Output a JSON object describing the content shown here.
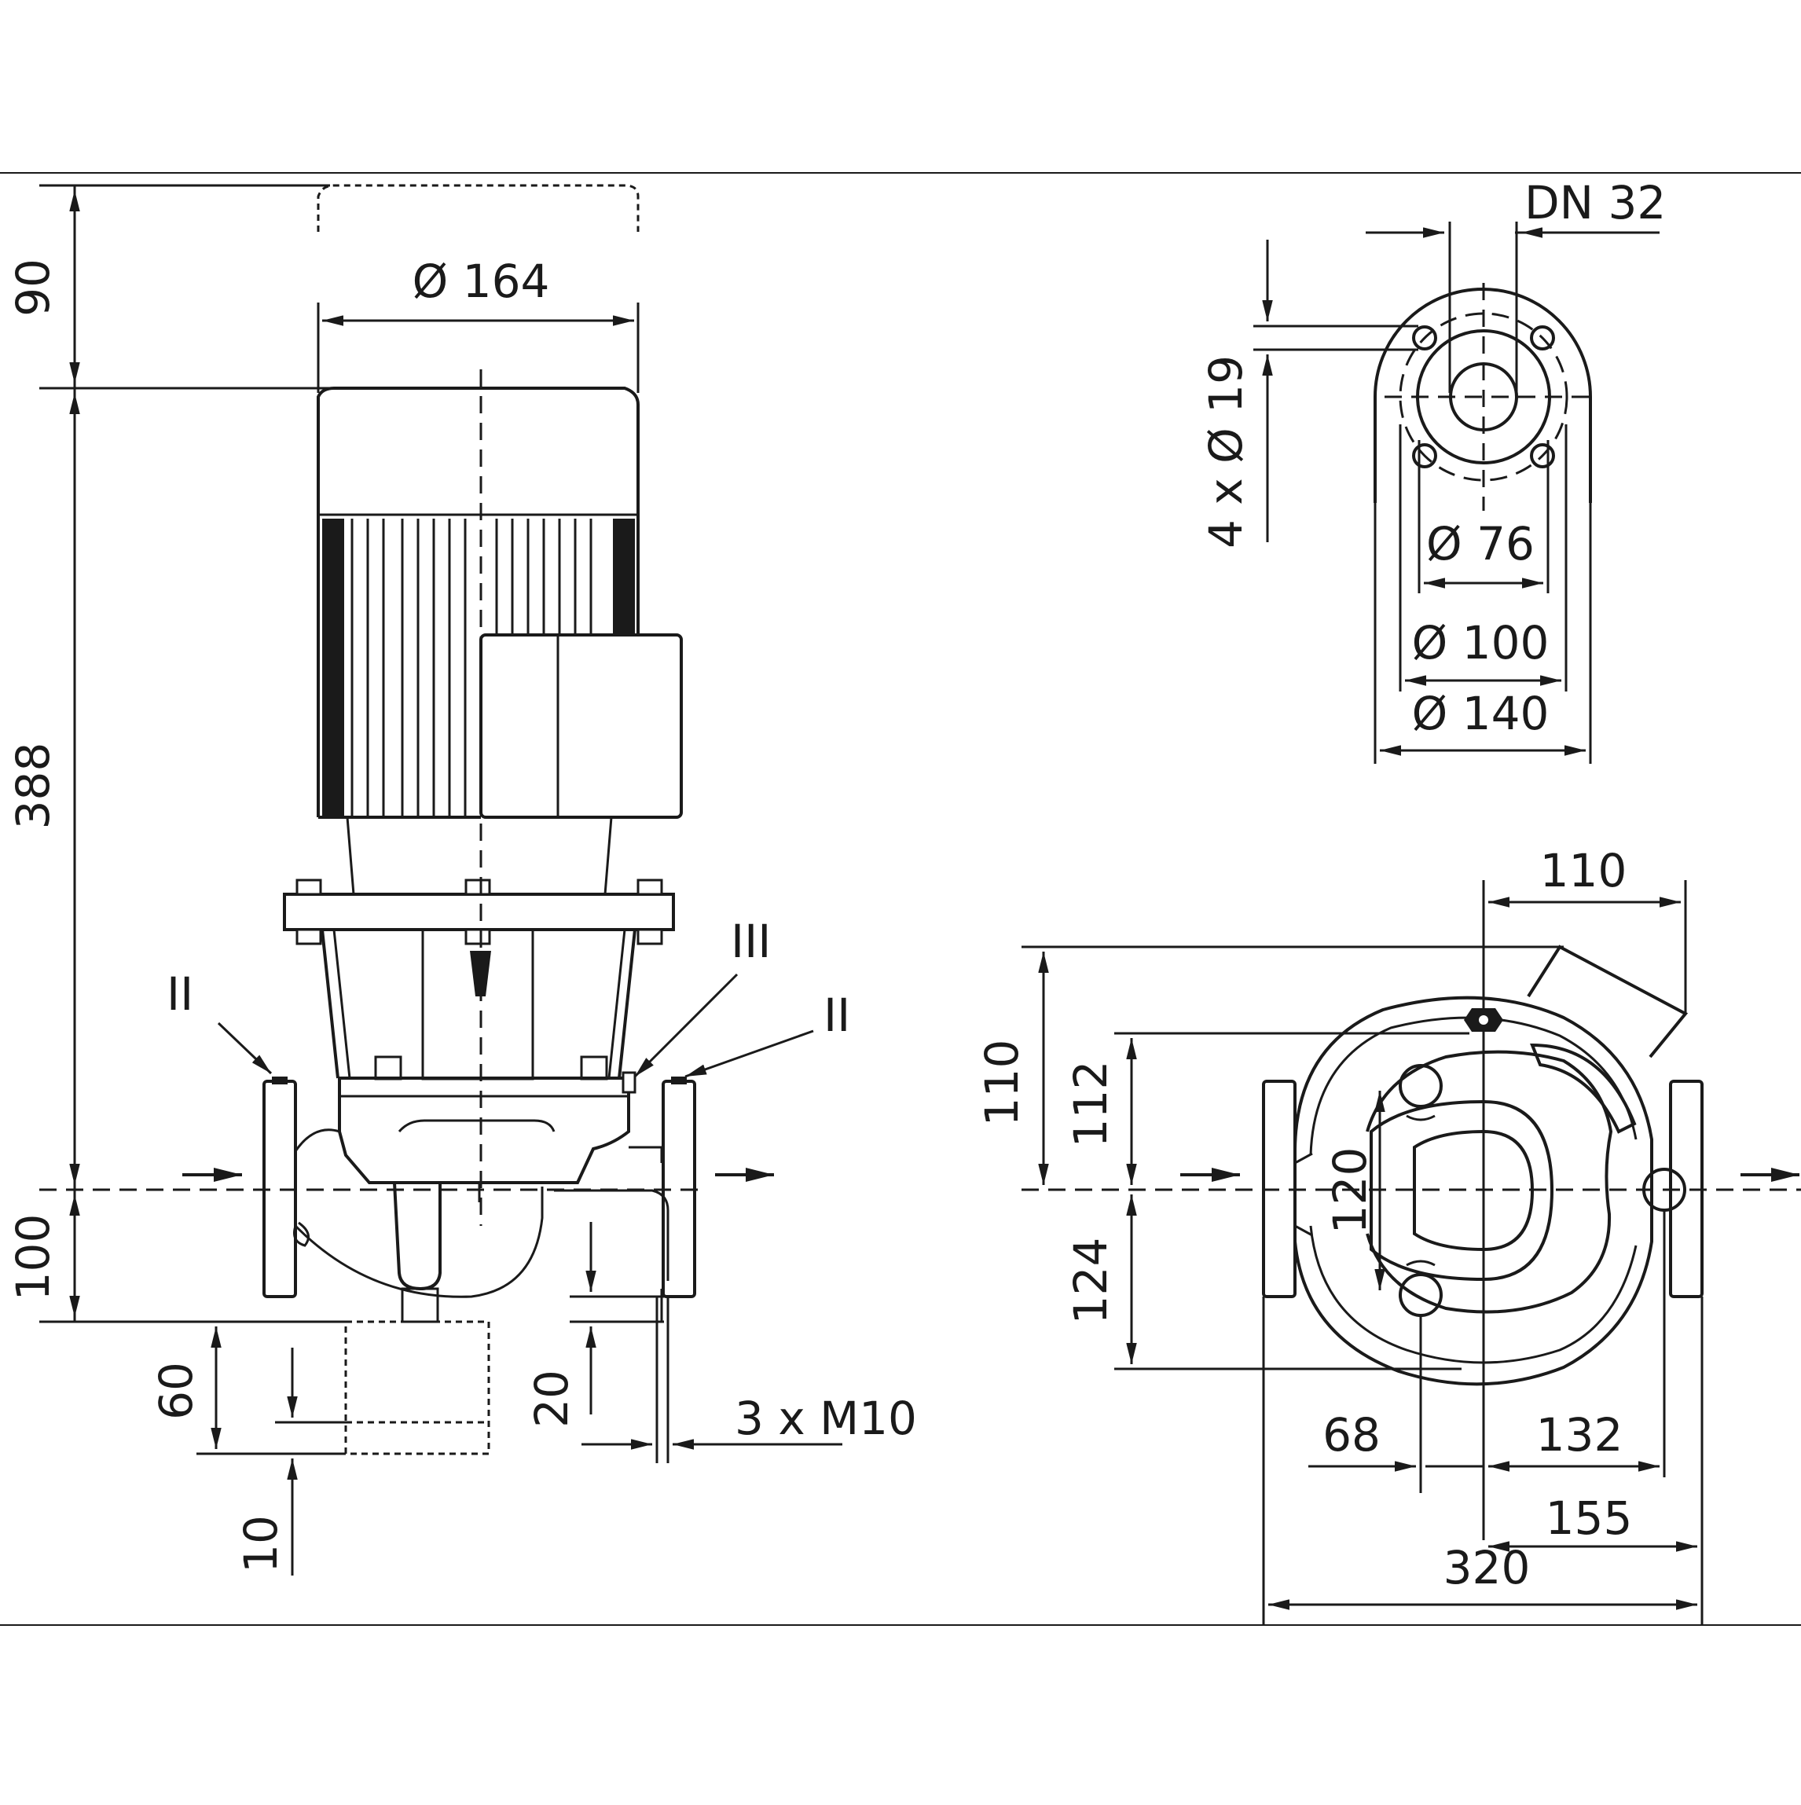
{
  "side_view": {
    "dim_motor_removal": "90",
    "dim_total_height": "388",
    "dim_to_base": "100",
    "dim_motor_diameter": "Ø 164",
    "dim_foot_height": "60",
    "dim_foot_thickness": "10",
    "dim_bolt_height": "20",
    "bolt_label": "3 x M10",
    "marker_left": "II",
    "marker_right": "II",
    "marker_center": "III"
  },
  "flange_view": {
    "nominal_size": "DN 32",
    "holes": "4 x Ø 19",
    "dia_inner": "Ø 76",
    "dia_bolt_circle": "Ø 100",
    "dia_outer": "Ø 140"
  },
  "top_view": {
    "dim_box_offset": "110",
    "dim_box_height": "110",
    "dim_upper": "112",
    "dim_lower": "124",
    "dim_port_spacing": "120",
    "dim_left_port": "68",
    "dim_right_port": "132",
    "dim_right_flange": "155",
    "dim_total_width": "320"
  },
  "colors": {
    "line": "#1a1a1a",
    "background": "#ffffff"
  }
}
